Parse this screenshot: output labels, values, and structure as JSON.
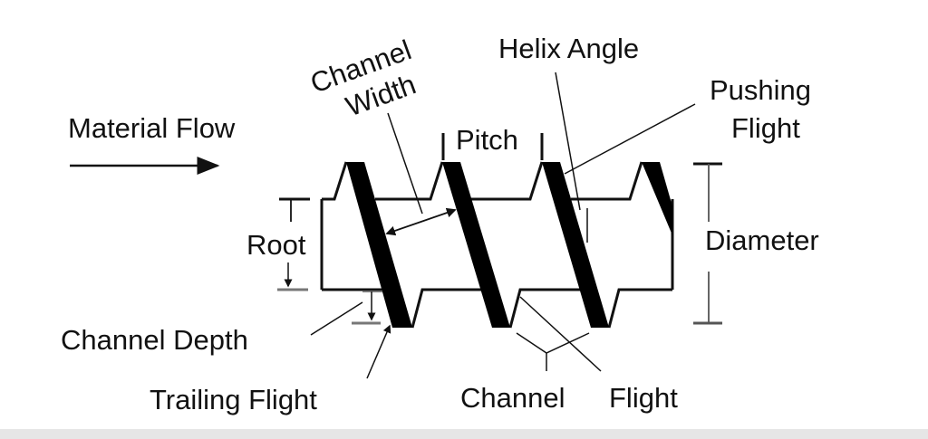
{
  "labels": {
    "material_flow": "Material Flow",
    "channel_width_1": "Channel",
    "channel_width_2": "Width",
    "pitch": "Pitch",
    "helix_angle": "Helix Angle",
    "pushing_flight_1": "Pushing",
    "pushing_flight_2": "Flight",
    "root": "Root",
    "diameter": "Diameter",
    "channel_depth": "Channel Depth",
    "trailing_flight": "Trailing Flight",
    "channel": "Channel",
    "flight": "Flight"
  }
}
